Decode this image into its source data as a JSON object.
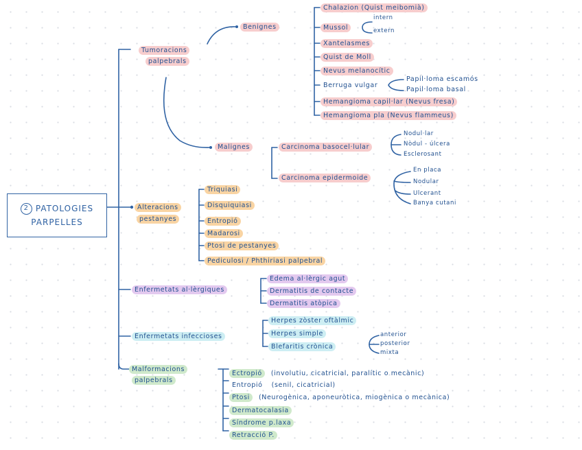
{
  "title": {
    "number": "2",
    "line1": "PATOLOGIES",
    "line2": "PARPELLES"
  },
  "colors": {
    "ink": "#1f4f8f",
    "line": "#2f62a3",
    "tumoracions": "#f7cdcd",
    "pestanyes": "#f9d4a3",
    "allergiques": "#e3c9ef",
    "infeccioses": "#cdeef3",
    "malformacions": "#cfe9cb"
  },
  "branches": {
    "tumoracions": {
      "label_line1": "Tumoracions",
      "label_line2": "palpebrals",
      "benignes": {
        "label": "Benignes",
        "items": [
          "Chalazion (Quist meibomià)",
          "Mussol",
          "Xantelasmes",
          "Quist de Moll",
          "Nevus melanocític",
          "Berruga vulgar",
          "Hemangioma capil·lar (Nevus fresa)",
          "Hemangioma pla (Nevus flammeus)"
        ],
        "mussol_sub": [
          "intern",
          "extern"
        ],
        "berruga_sub": [
          "Papil·loma escamós",
          "Papil·loma basal"
        ]
      },
      "malignes": {
        "label": "Malignes",
        "basocel": {
          "label": "Carcinoma basocel·lular",
          "sub": [
            "Nodul·lar",
            "Nòdul - úlcera",
            "Esclerosant"
          ]
        },
        "epidermoide": {
          "label": "Carcinoma epidermoide",
          "sub": [
            "En placa",
            "Nodular",
            "Ulcerant",
            "Banya cutani"
          ]
        }
      }
    },
    "pestanyes": {
      "label_line1": "Alteracions",
      "label_line2": "pestanyes",
      "items": [
        "Triquiasi",
        "Disquiquiasi",
        "Entropió",
        "Madarosi",
        "Ptosi de pestanyes",
        "Pediculosi / Phthiriasi palpebral"
      ]
    },
    "allergiques": {
      "label": "Enfermetats al·lèrgiques",
      "items": [
        "Edema al·lèrgic agut",
        "Dermatitis de contacte",
        "Dermatitis atòpica"
      ]
    },
    "infeccioses": {
      "label": "Enfermetats infeccioses",
      "items": [
        "Herpes zòster oftàlmic",
        "Herpes simple",
        "Blefaritis crònica"
      ],
      "blefaritis_sub": [
        "anterior",
        "posterior",
        "mixta"
      ]
    },
    "malformacions": {
      "label_line1": "Malformacions",
      "label_line2": "palpebrals",
      "items": [
        {
          "label": "Ectropió",
          "detail": "(involutiu, cicatricial, paralític o mecànic)"
        },
        {
          "label": "Entropió",
          "detail": "(senil, cicatricial)"
        },
        {
          "label": "Ptosi",
          "detail": "(Neurogènica, aponeuròtica, miogènica o mecànica)"
        },
        {
          "label": "Dermatocalasia",
          "detail": ""
        },
        {
          "label": "Síndrome p.laxa",
          "detail": ""
        },
        {
          "label": "Retracció P.",
          "detail": ""
        }
      ]
    }
  }
}
